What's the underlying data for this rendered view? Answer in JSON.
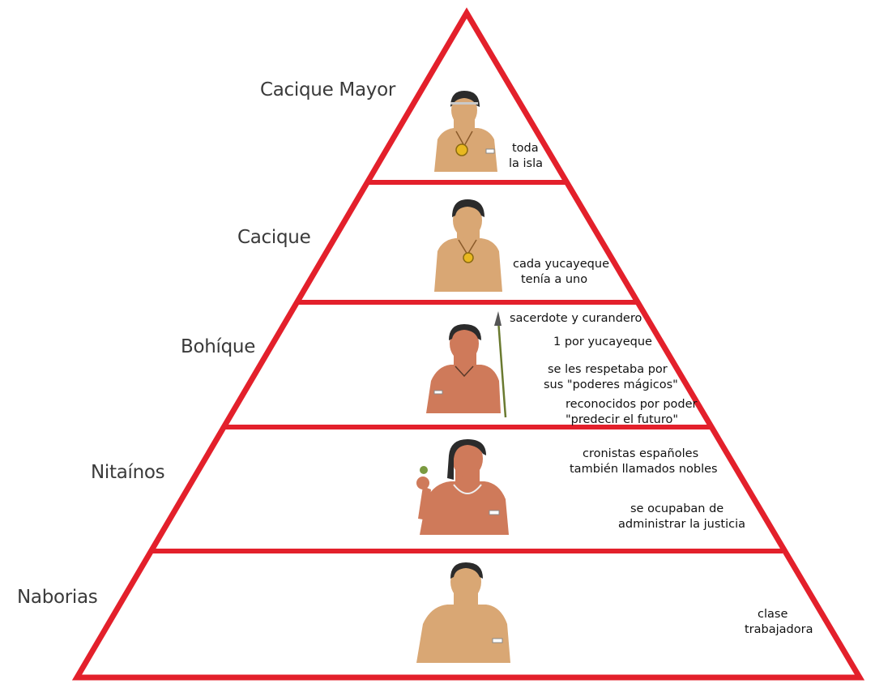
{
  "colors": {
    "outline": "#e3202b",
    "skin": "#d9a774",
    "skin_red": "#cf7a5a",
    "hair": "#2b2b2b"
  },
  "tiers": [
    {
      "id": "cacique-mayor",
      "label": "Cacique Mayor",
      "notes": [
        "toda\nla isla"
      ]
    },
    {
      "id": "cacique",
      "label": "Cacique",
      "notes": [
        "cada yucayeque\ntenía a uno"
      ]
    },
    {
      "id": "bohique",
      "label": "Bohíque",
      "notes": [
        "sacerdote y curandero",
        "1 por yucayeque",
        "se les respetaba por\nsus \"poderes mágicos\"",
        "reconocidos por poder\n\"predecir el futuro\""
      ]
    },
    {
      "id": "nitainos",
      "label": "Nitaínos",
      "notes": [
        "cronistas españoles\ntambién llamados nobles",
        "se ocupaban de\nadministrar la justicia"
      ]
    },
    {
      "id": "naborias",
      "label": "Naborias",
      "notes": [
        "clase\ntrabajadora"
      ]
    }
  ]
}
